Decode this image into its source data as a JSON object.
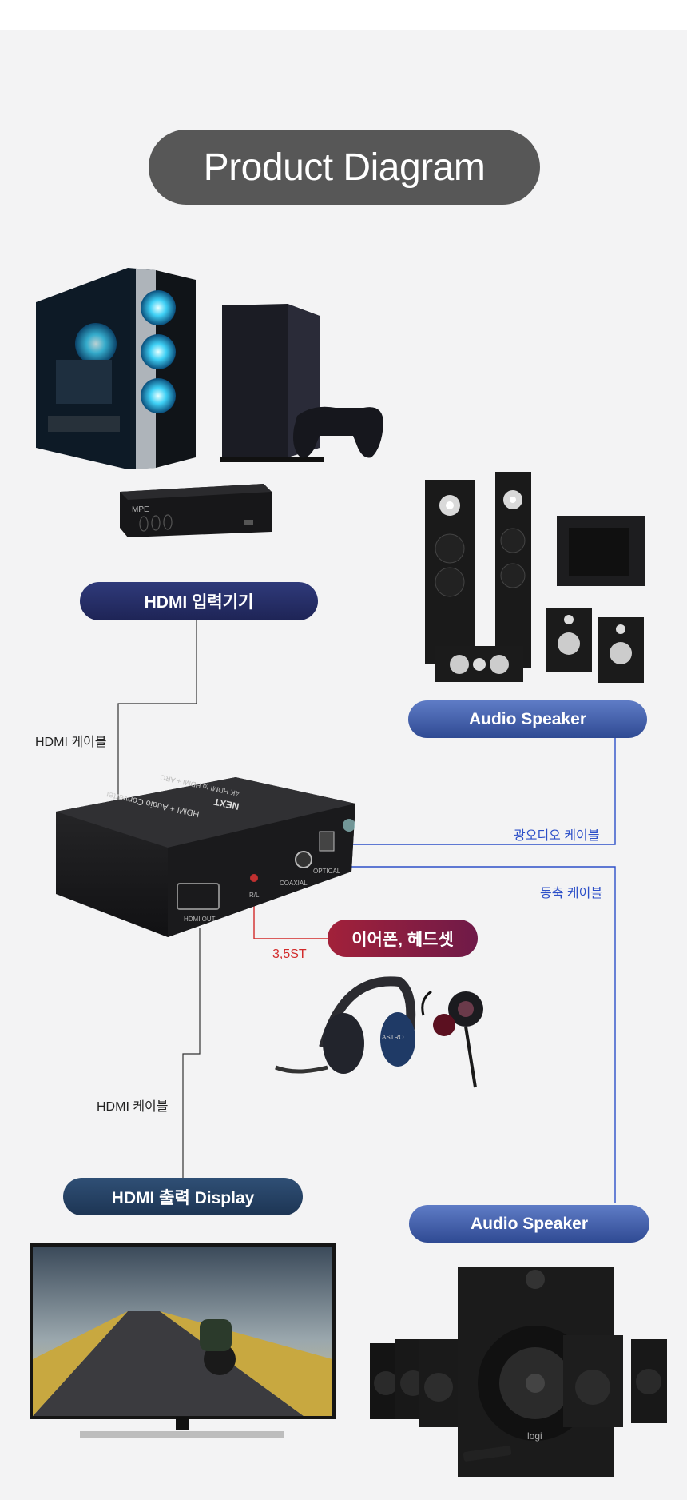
{
  "title": "Product Diagram",
  "pills": {
    "hdmi_input": "HDMI 입력기기",
    "audio_speaker_top": "Audio Speaker",
    "earphone_headset": "이어폰, 헤드셋",
    "hdmi_output_display": "HDMI 출력 Display",
    "audio_speaker_bottom": "Audio Speaker"
  },
  "labels": {
    "hdmi_cable_top": "HDMI 케이블",
    "optical_cable": "광오디오 케이블",
    "coaxial_cable": "동축 케이블",
    "stereo_35": "3,5ST",
    "hdmi_cable_bottom": "HDMI 케이블"
  },
  "device": {
    "brand": "NEXT",
    "model_line1": "4K HDMI to HDMI + ARC",
    "model_line2": "HDMI + Audio Converter",
    "port_hdmi_out": "HDMI OUT",
    "port_lr": "R/L",
    "port_coaxial": "COAXIAL",
    "port_optical": "OPTICAL"
  },
  "product_logo": "logi",
  "headset_logo": "ASTRO",
  "colors": {
    "title_pill": "#575757",
    "navy_pill": "#242b63",
    "blue_pill": "#4663ad",
    "teal_pill": "#264265",
    "red_pill": "#8b1e44",
    "optical_line": "#2c4fc8",
    "stereo_line": "#d22a2a",
    "hdmi_line": "#333333"
  }
}
